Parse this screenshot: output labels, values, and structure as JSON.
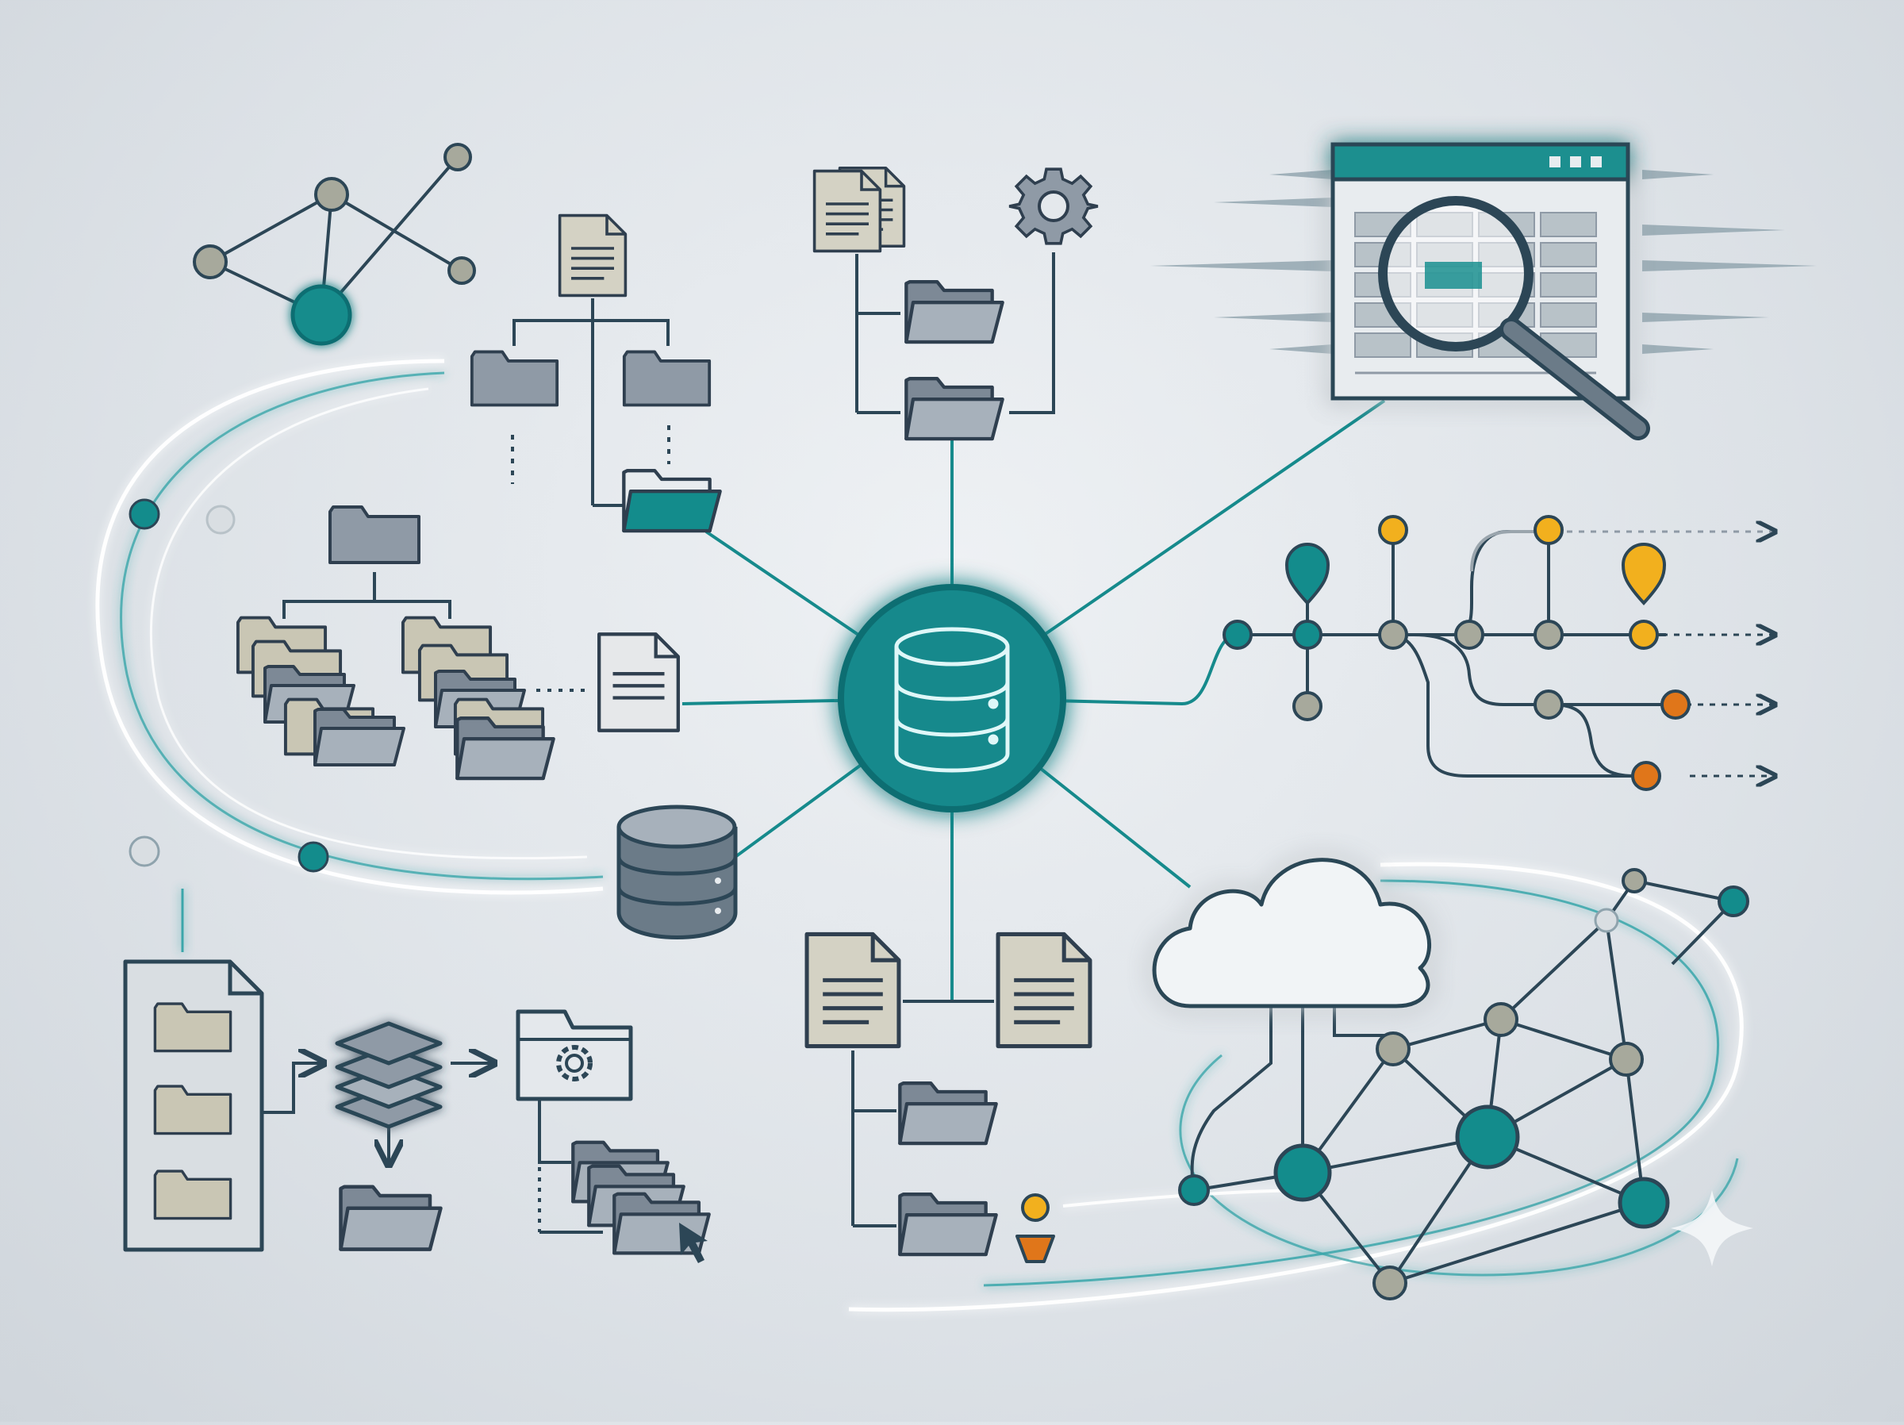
{
  "diagram": {
    "center": {
      "name": "central-database",
      "icon": "database-icon"
    },
    "satellites": [
      {
        "name": "graph-network-cluster",
        "icon": "network-graph-icon"
      },
      {
        "name": "document-folder-tree",
        "icon": "folder-tree-icon"
      },
      {
        "name": "document-config-tree",
        "icon": "gear-icon"
      },
      {
        "name": "web-search-table",
        "icon": "magnifier-icon"
      },
      {
        "name": "nested-folder-hierarchy",
        "icon": "folder-hierarchy-icon"
      },
      {
        "name": "version-branch-timeline",
        "icon": "git-branch-icon"
      },
      {
        "name": "secondary-database",
        "icon": "database-icon"
      },
      {
        "name": "folder-pipeline",
        "icon": "layers-icon"
      },
      {
        "name": "document-archive-tree",
        "icon": "document-icon"
      },
      {
        "name": "cloud-mesh-network",
        "icon": "cloud-icon"
      }
    ],
    "colors": {
      "accent": "#1a8f8f",
      "accent_dark": "#0f6e72",
      "glow": "#9fe8ec",
      "folder_fill": "#8f9aa6",
      "folder_stroke": "#2f3f4f",
      "doc_fill": "#d4d2c4",
      "node_gray": "#a7a99c",
      "pin_yellow": "#f2b01e",
      "pin_orange": "#e0761a",
      "line_dark": "#2c4656",
      "background": "#e4e8ec"
    }
  }
}
